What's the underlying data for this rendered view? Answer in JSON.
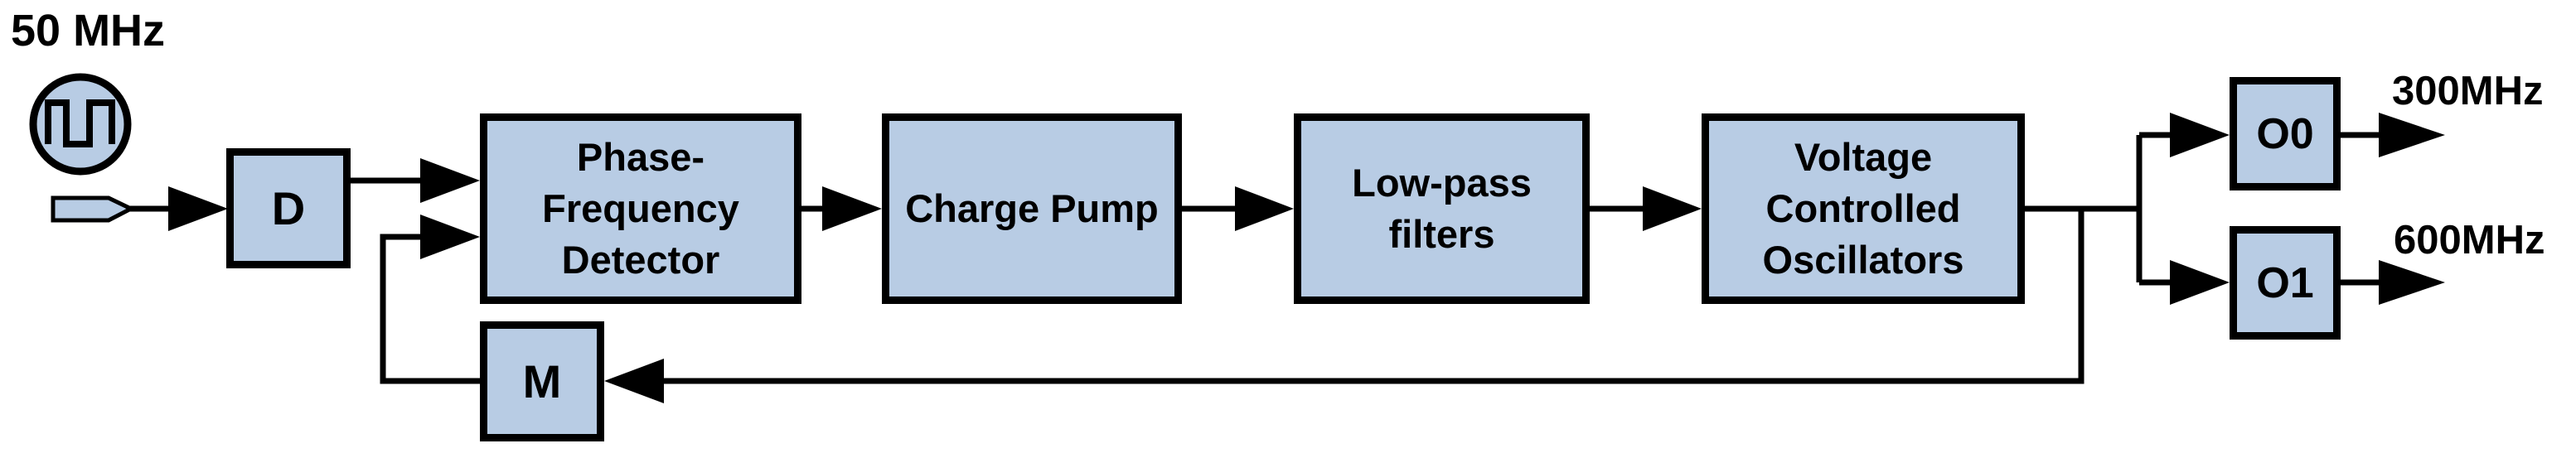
{
  "colors": {
    "block_fill": "#b8cce4",
    "line": "#000000",
    "text": "#000000",
    "background": "#ffffff"
  },
  "source": {
    "frequency_label": "50 MHz"
  },
  "blocks": {
    "d": {
      "label": "D"
    },
    "pfd": {
      "lines": [
        "Phase-",
        "Frequency",
        "Detector"
      ]
    },
    "charge_pump": {
      "label": "Charge Pump"
    },
    "lpf": {
      "lines": [
        "Low-pass",
        "filters"
      ]
    },
    "vco": {
      "lines": [
        "Voltage",
        "Controlled",
        "Oscillators"
      ]
    },
    "m": {
      "label": "M"
    },
    "o0": {
      "label": "O0"
    },
    "o1": {
      "label": "O1"
    }
  },
  "outputs": {
    "o0_frequency": "300MHz",
    "o1_frequency": "600MHz"
  }
}
